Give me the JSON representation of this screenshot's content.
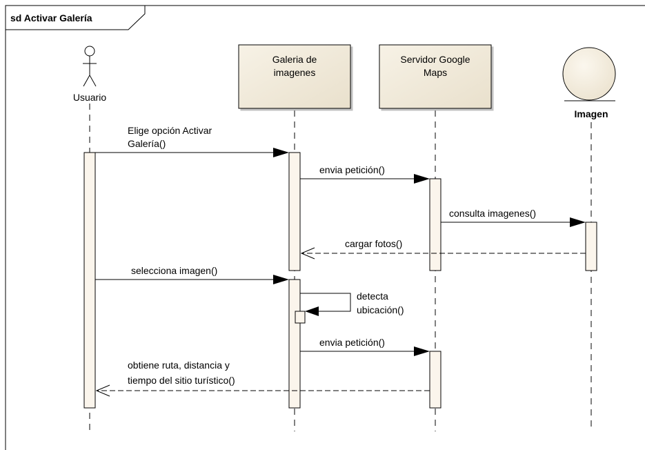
{
  "frame": {
    "title": "sd Activar Galería"
  },
  "participants": {
    "actor": {
      "label": "Usuario"
    },
    "galeria": {
      "line1": "Galeria de",
      "line2": "imagenes"
    },
    "servidor": {
      "line1": "Servidor Google",
      "line2": "Maps"
    },
    "imagen": {
      "label": "Imagen"
    }
  },
  "messages": {
    "m1": {
      "line1": "Elige opción Activar",
      "line2": "Galería()"
    },
    "m2": {
      "label": "envia petición()"
    },
    "m3": {
      "label": "consulta imagenes()"
    },
    "m4": {
      "label": "cargar fotos()"
    },
    "m5": {
      "label": "selecciona imagen()"
    },
    "m6": {
      "line1": "detecta",
      "line2": "ubicación()"
    },
    "m7": {
      "label": "envia petición()"
    },
    "m8": {
      "line1": "obtiene ruta, distancia y",
      "line2": "tiempo del sitio turístico()"
    }
  },
  "colors": {
    "lifeline_box": "#f4eee0",
    "activation": "#fbf5ec",
    "stroke": "#000000"
  }
}
